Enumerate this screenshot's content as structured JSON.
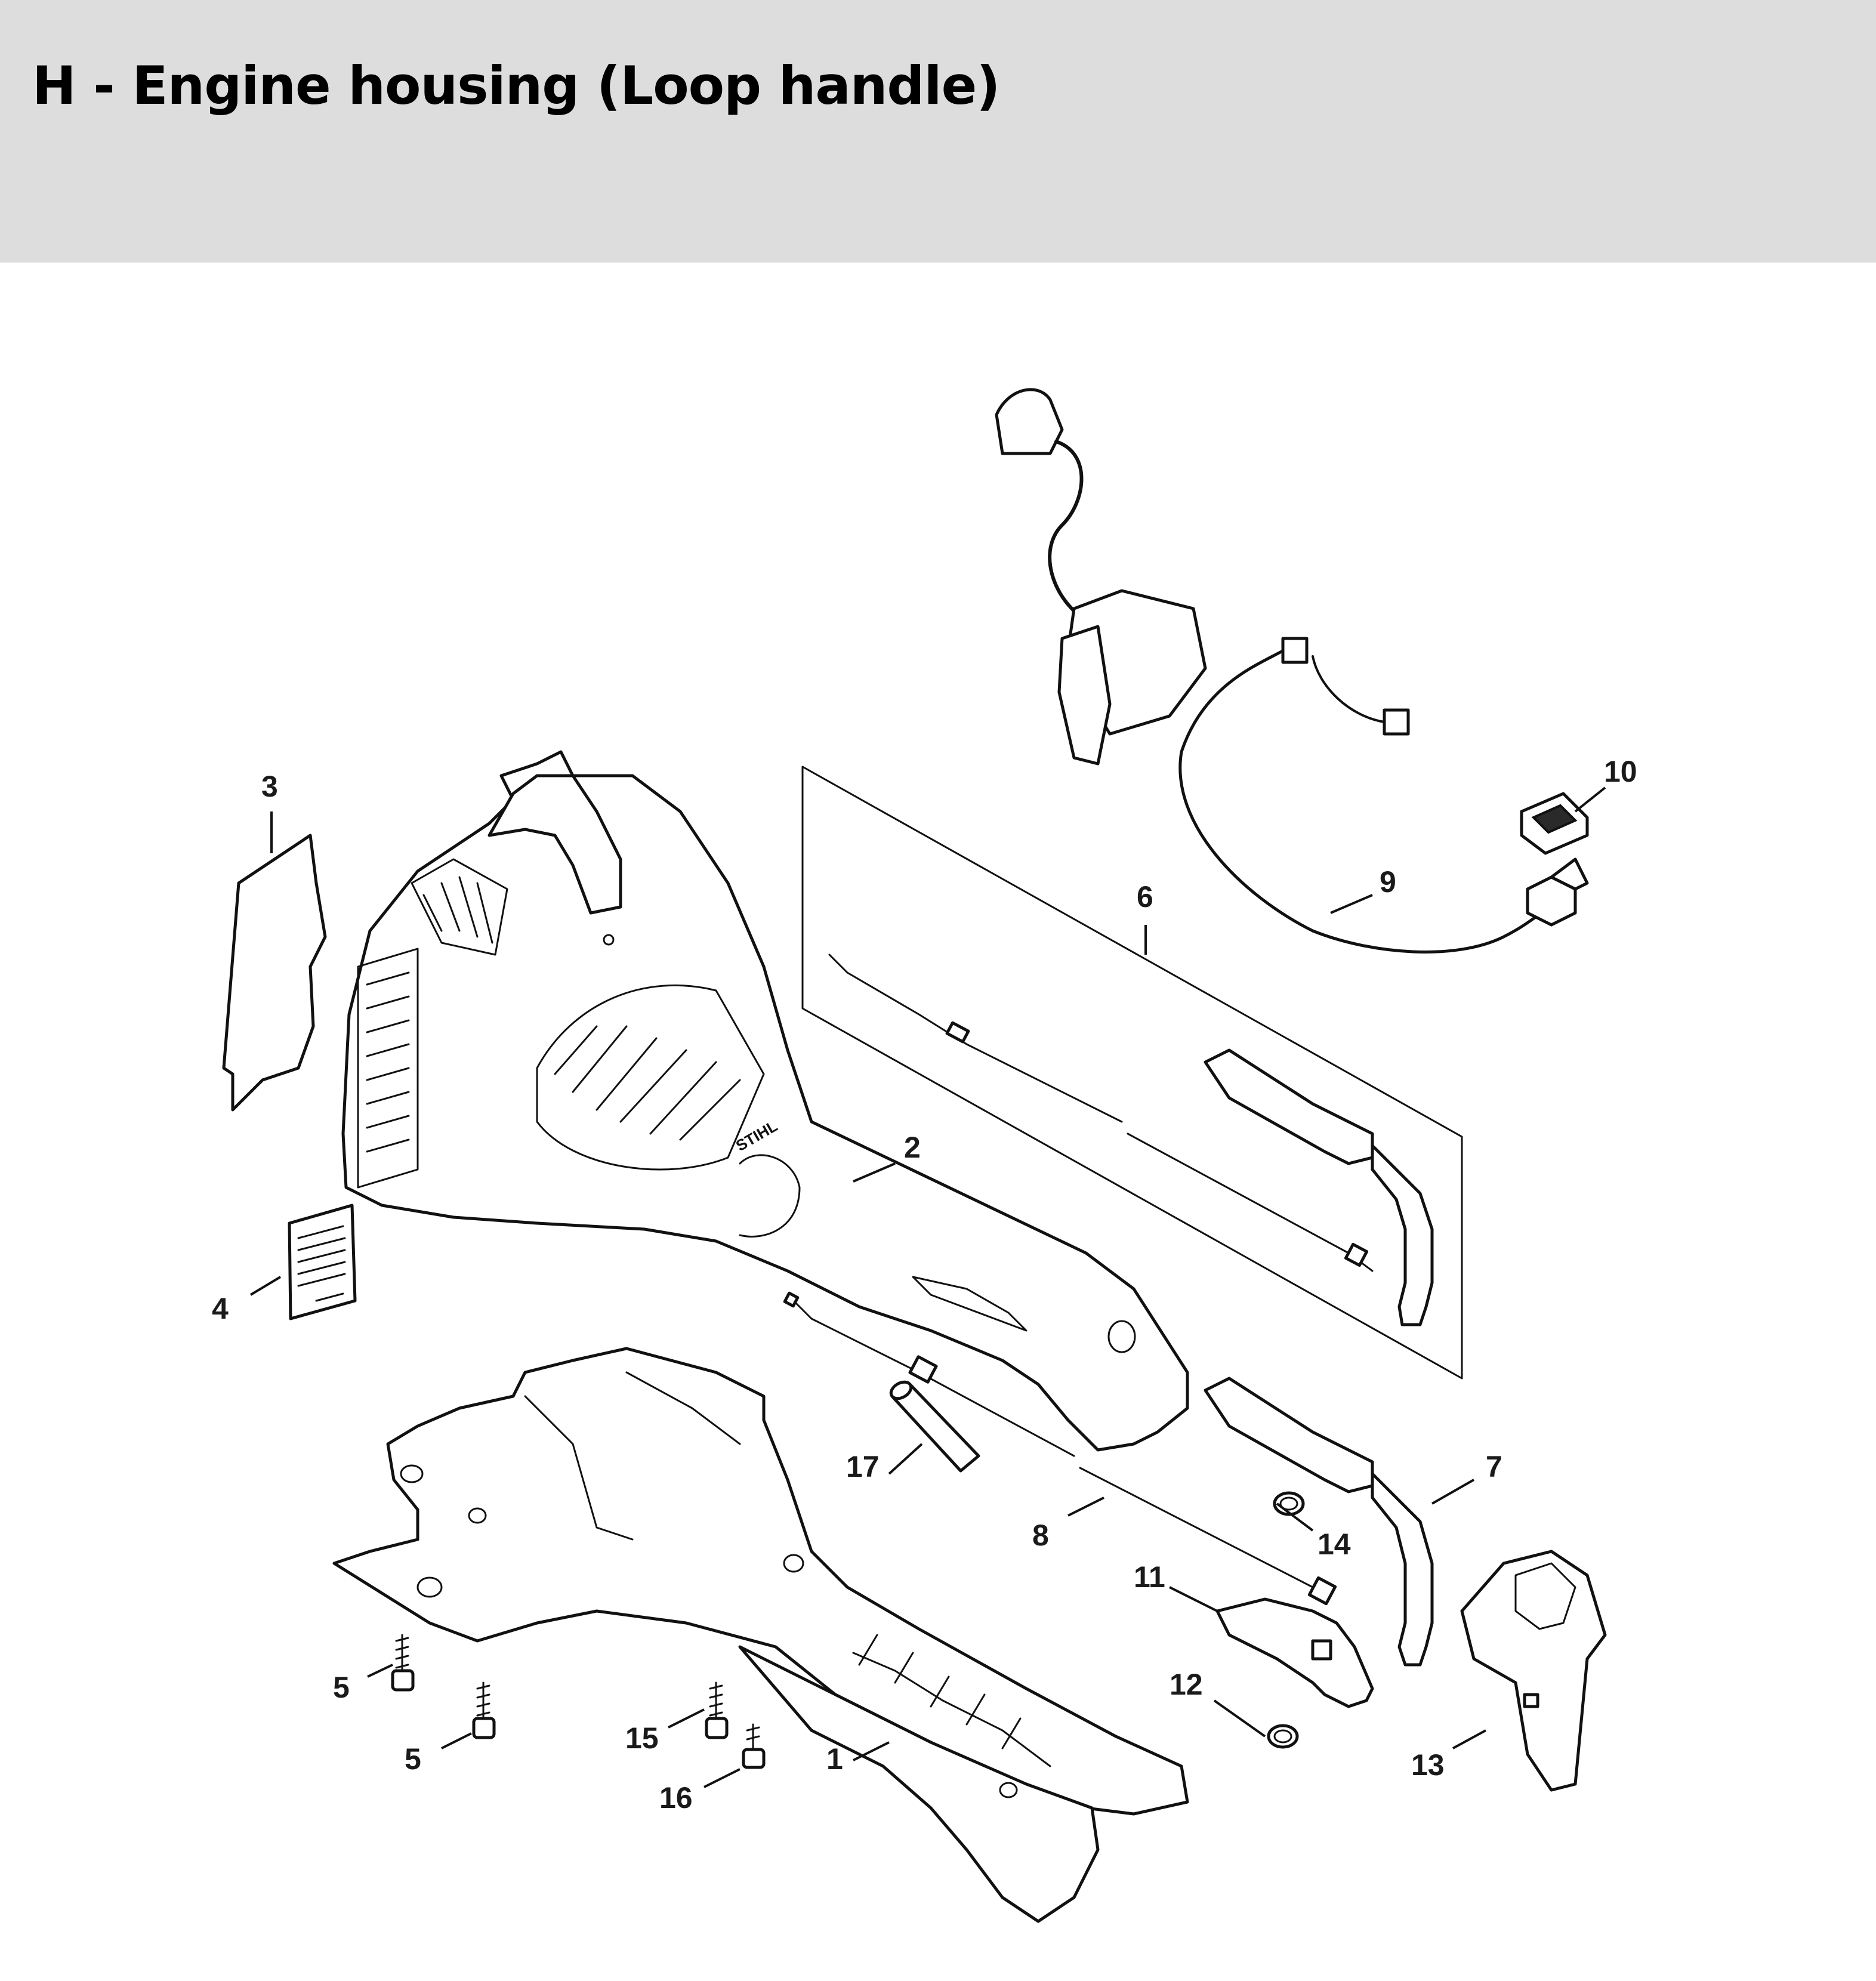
{
  "page": {
    "title": "H - Engine housing (Loop handle)"
  },
  "diagram": {
    "background": "#ffffff",
    "header_color": "#dcdddc",
    "brand_mark": "STIHL",
    "callouts": [
      {
        "id": "1",
        "label": "1"
      },
      {
        "id": "2",
        "label": "2"
      },
      {
        "id": "3",
        "label": "3"
      },
      {
        "id": "4",
        "label": "4"
      },
      {
        "id": "5a",
        "label": "5"
      },
      {
        "id": "5b",
        "label": "5"
      },
      {
        "id": "6",
        "label": "6"
      },
      {
        "id": "7",
        "label": "7"
      },
      {
        "id": "8",
        "label": "8"
      },
      {
        "id": "9",
        "label": "9"
      },
      {
        "id": "10",
        "label": "10"
      },
      {
        "id": "11",
        "label": "11"
      },
      {
        "id": "12",
        "label": "12"
      },
      {
        "id": "13",
        "label": "13"
      },
      {
        "id": "14",
        "label": "14"
      },
      {
        "id": "15",
        "label": "15"
      },
      {
        "id": "16",
        "label": "16"
      },
      {
        "id": "17",
        "label": "17"
      }
    ]
  }
}
